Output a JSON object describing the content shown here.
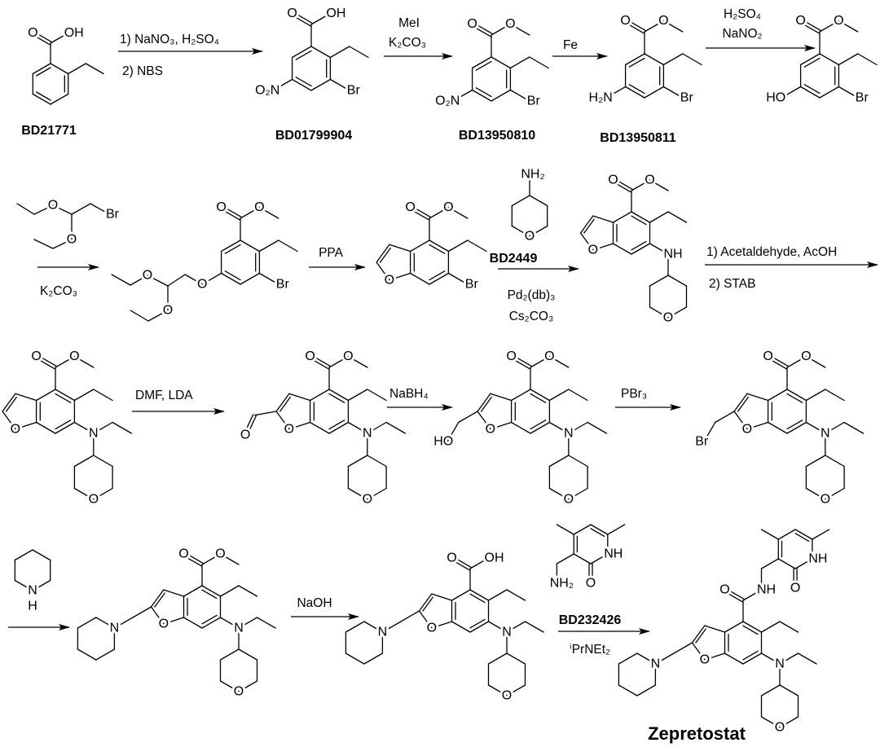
{
  "compounds": {
    "c1": "BD21771",
    "c2": "BD01799904",
    "c3": "BD13950810",
    "c4": "BD13950811",
    "amine_reagent": "BD2449",
    "pyridone_reagent": "BD232426",
    "final": "Zepretostat"
  },
  "reagents": {
    "step1_line1": "1) NaNO₃, H₂SO₄",
    "step1_line2": "2) NBS",
    "step2_line1": "MeI",
    "step2_line2": "K₂CO₃",
    "step3": "Fe",
    "step4_line1": "H₂SO₄",
    "step4_line2": "NaNO₂",
    "step5": "K₂CO₃",
    "step6": "PPA",
    "step7_line1": "Pd₂(db)₃",
    "step7_line2": "Cs₂CO₃",
    "step8_line1": "1) Acetaldehyde, AcOH",
    "step8_line2": "2) STAB",
    "step9": "DMF, LDA",
    "step10": "NaBH₄",
    "step11": "PBr₃",
    "step13": "NaOH",
    "step14": "ⁱPrNEt₂"
  },
  "atoms": {
    "O": "O",
    "OH": "OH",
    "HO": "HO",
    "N": "N",
    "NH": "NH",
    "H": "H",
    "NH2": "NH₂",
    "H2N": "H₂N",
    "O2N": "O₂N",
    "Br": "Br"
  }
}
